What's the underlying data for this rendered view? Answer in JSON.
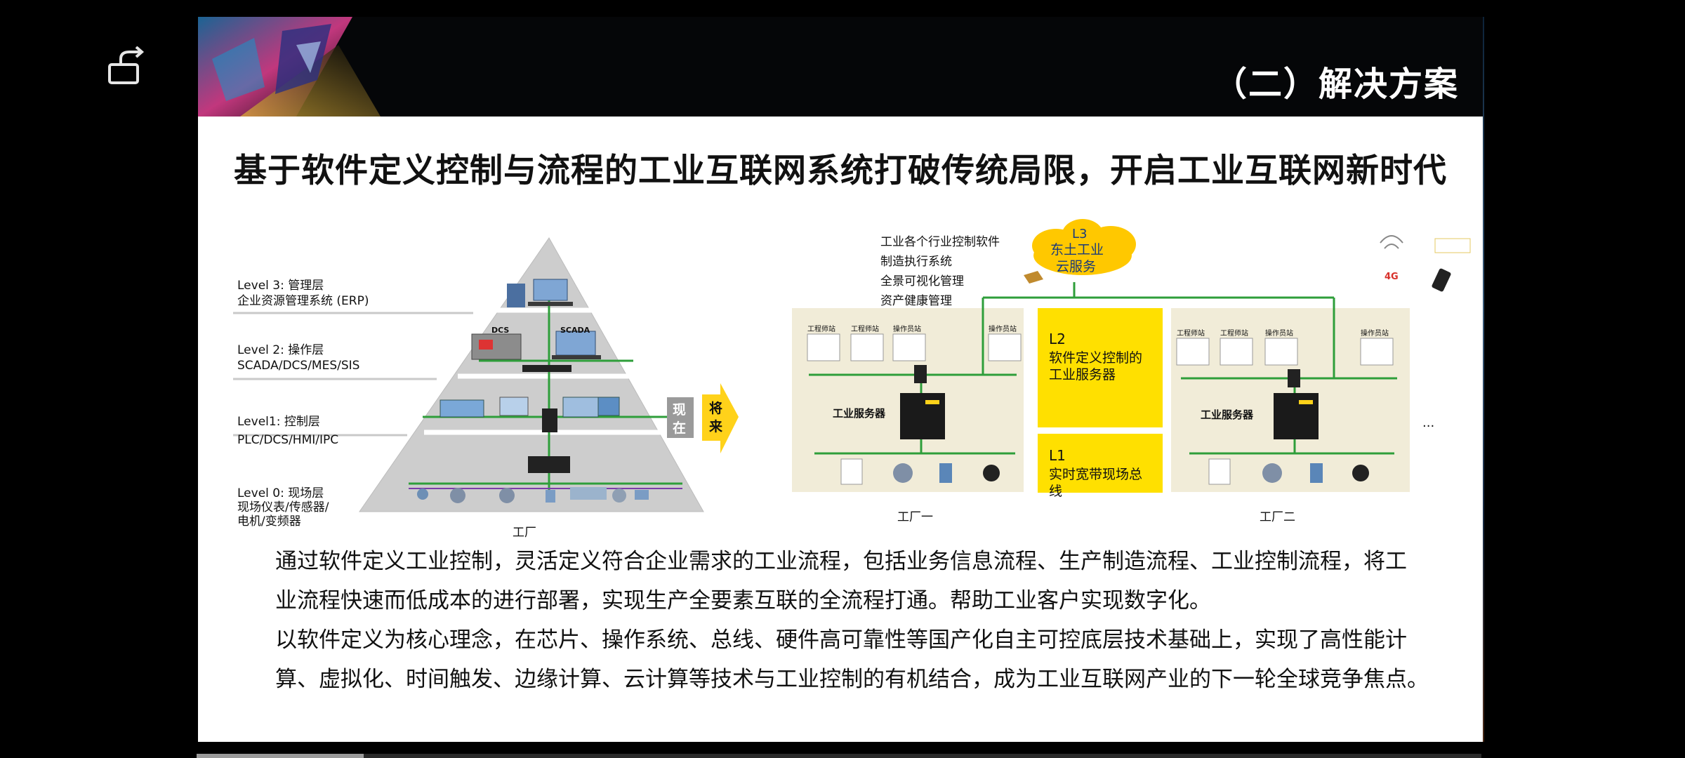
{
  "viewer": {
    "exit_icon": "exit-fullscreen-icon",
    "progress_fraction": 0.13
  },
  "slide": {
    "section_title": "（二）解决方案",
    "headline": "基于软件定义控制与流程的工业互联网系统打破传统局限，开启工业互联网新时代",
    "pyramid": {
      "levels": [
        {
          "title": "Level 3: 管理层",
          "detail": "企业资源管理系统 (ERP)"
        },
        {
          "title": "Level 2: 操作层",
          "detail": "SCADA/DCS/MES/SIS"
        },
        {
          "title": "Level1: 控制层",
          "detail": "PLC/DCS/HMI/IPC"
        },
        {
          "title": "Level 0: 现场层",
          "detail": "现场仪表/传感器/",
          "detail2": "电机/变频器"
        }
      ],
      "device_labels": {
        "dcs": "DCS",
        "scada": "SCADA"
      },
      "caption": "工厂"
    },
    "transition": {
      "now": "现在",
      "future": "将来"
    },
    "new_arch": {
      "cloud_lines": [
        "L3",
        "东土工业",
        "云服务"
      ],
      "apps": [
        "工业各个行业控制软件",
        "制造执行系统",
        "全景可视化管理",
        "资产健康管理"
      ],
      "network_badge": "4G",
      "l2": {
        "code": "L2",
        "lines": [
          "软件定义控制的",
          "工业服务器"
        ]
      },
      "l1": {
        "code": "L1",
        "lines": [
          "实时宽带现场总",
          "线"
        ]
      },
      "factory1": {
        "stations": [
          "工程师站",
          "工程师站",
          "操作员站",
          "操作员站"
        ],
        "server_label": "工业服务器",
        "caption": "工厂一"
      },
      "factory2": {
        "stations": [
          "工程师站",
          "工程师站",
          "操作员站",
          "操作员站"
        ],
        "server_label": "工业服务器",
        "caption": "工厂二"
      },
      "ellipsis": "..."
    },
    "paragraphs": [
      "通过软件定义工业控制，灵活定义符合企业需求的工业流程，包括业务信息流程、生产制造流程、工业控制流程，将工",
      "业流程快速而低成本的进行部署，实现生产全要素互联的全流程打通。帮助工业客户实现数字化。",
      "以软件定义为核心理念，在芯片、操作系统、总线、硬件高可靠性等国产化自主可控底层技术基础上，实现了高性能计",
      "算、虚拟化、时间触发、边缘计算、云计算等技术与工业控制的有机结合，成为工业互联网产业的下一轮全球竞争焦点。"
    ],
    "colors": {
      "accent_green": "#2e9e3a",
      "highlight_yellow": "#ffe000",
      "factory_bg": "#f1ecd8",
      "cloud": "#ffc800",
      "pyramid_gray": "#c9c9c9"
    }
  }
}
